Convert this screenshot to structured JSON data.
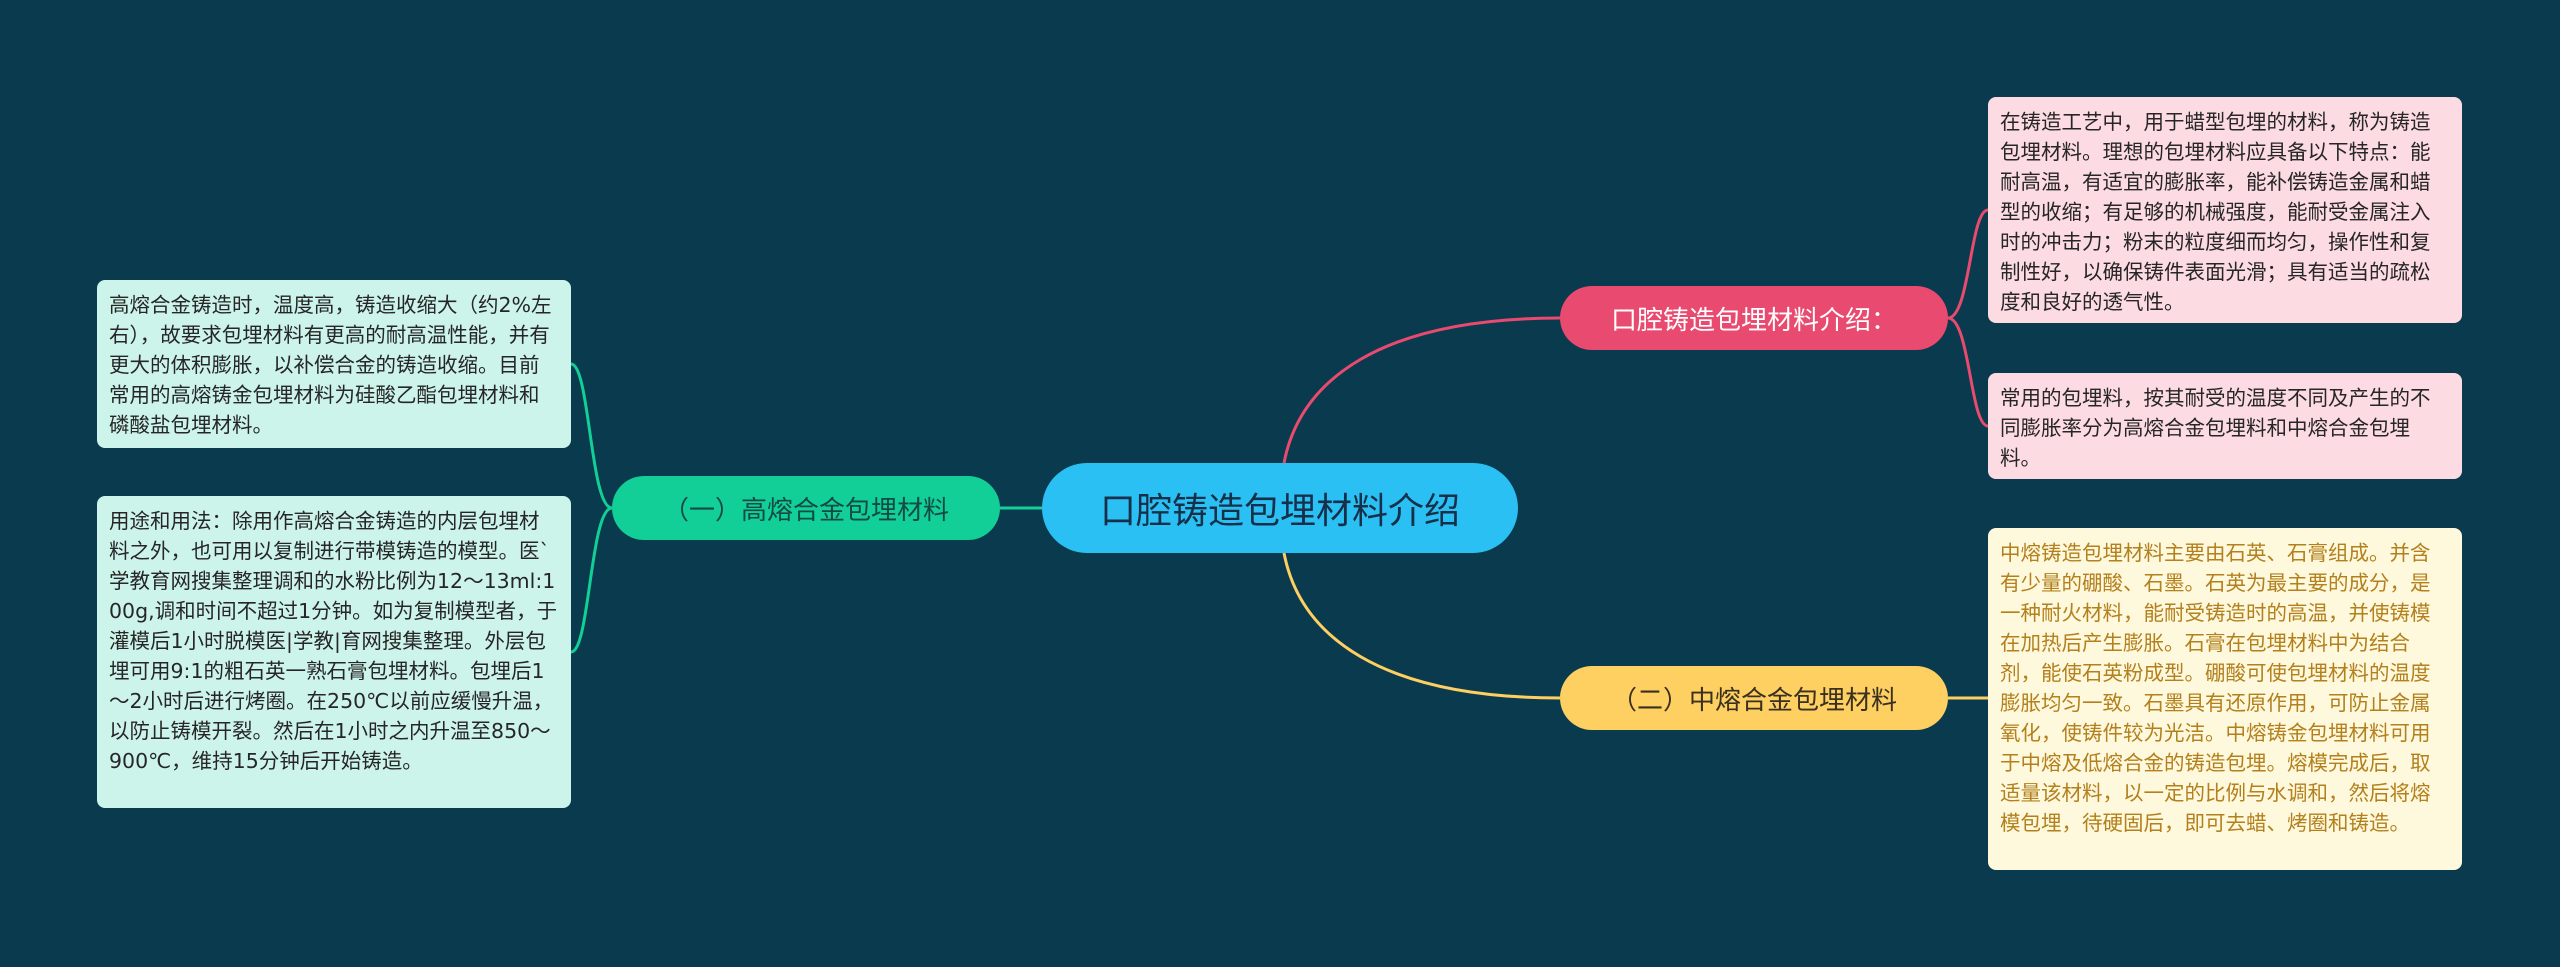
{
  "root": {
    "label": "口腔铸造包埋材料介绍",
    "color": "#2bc0f3"
  },
  "branches": [
    {
      "id": "intro",
      "label": "口腔铸造包埋材料介绍：",
      "color": "#e84a70",
      "leaves": [
        "在铸造工艺中，用于蜡型包埋的材料，称为铸造包埋材料。理想的包埋材料应具备以下特点：能耐高温，有适宜的膨胀率，能补偿铸造金属和蜡型的收缩；有足够的机械强度，能耐受金属注入时的冲击力；粉末的粒度细而均匀，操作性和复制性好，以确保铸件表面光滑；具有适当的疏松度和良好的透气性。",
        "常用的包埋料，按其耐受的温度不同及产生的不同膨胀率分为高熔合金包埋料和中熔合金包埋料。"
      ]
    },
    {
      "id": "high",
      "label": "（一）高熔合金包埋材料",
      "color": "#12cf97",
      "leaves": [
        "高熔合金铸造时，温度高，铸造收缩大（约2%左右），故要求包埋材料有更高的耐高温性能，并有更大的体积膨胀，以补偿合金的铸造收缩。目前常用的高熔铸金包埋材料为硅酸乙酯包埋材料和磷酸盐包埋材料。",
        "用途和用法：除用作高熔合金铸造的内层包埋材料之外，也可用以复制进行带模铸造的模型。医`学教育网搜集整理调和的水粉比例为12～13ml:100g,调和时间不超过1分钟。如为复制模型者，于灌模后1小时脱模医|学教|育网搜集整理。外层包埋可用9:1的粗石英一熟石膏包埋材料。包埋后1～2小时后进行烤圈。在250℃以前应缓慢升温，以防止铸模开裂。然后在1小时之内升温至850～900℃，维持15分钟后开始铸造。"
      ]
    },
    {
      "id": "mid",
      "label": "（二）中熔合金包埋材料",
      "color": "#fecf61",
      "leaves": [
        "中熔铸造包埋材料主要由石英、石膏组成。并含有少量的硼酸、石墨。石英为最主要的成分，是一种耐火材料，能耐受铸造时的高温，并使铸模在加热后产生膨胀。石膏在包埋材料中为结合剂，能使石英粉成型。硼酸可使包埋材料的温度膨胀均匀一致。石墨具有还原作用，可防止金属氧化，使铸件较为光洁。中熔铸金包埋材料可用于中熔及低熔合金的铸造包埋。熔模完成后，取适量该材料，以一定的比例与水调和，然后将熔模包埋，待硬固后，即可去蜡、烤圈和铸造。"
      ]
    }
  ]
}
